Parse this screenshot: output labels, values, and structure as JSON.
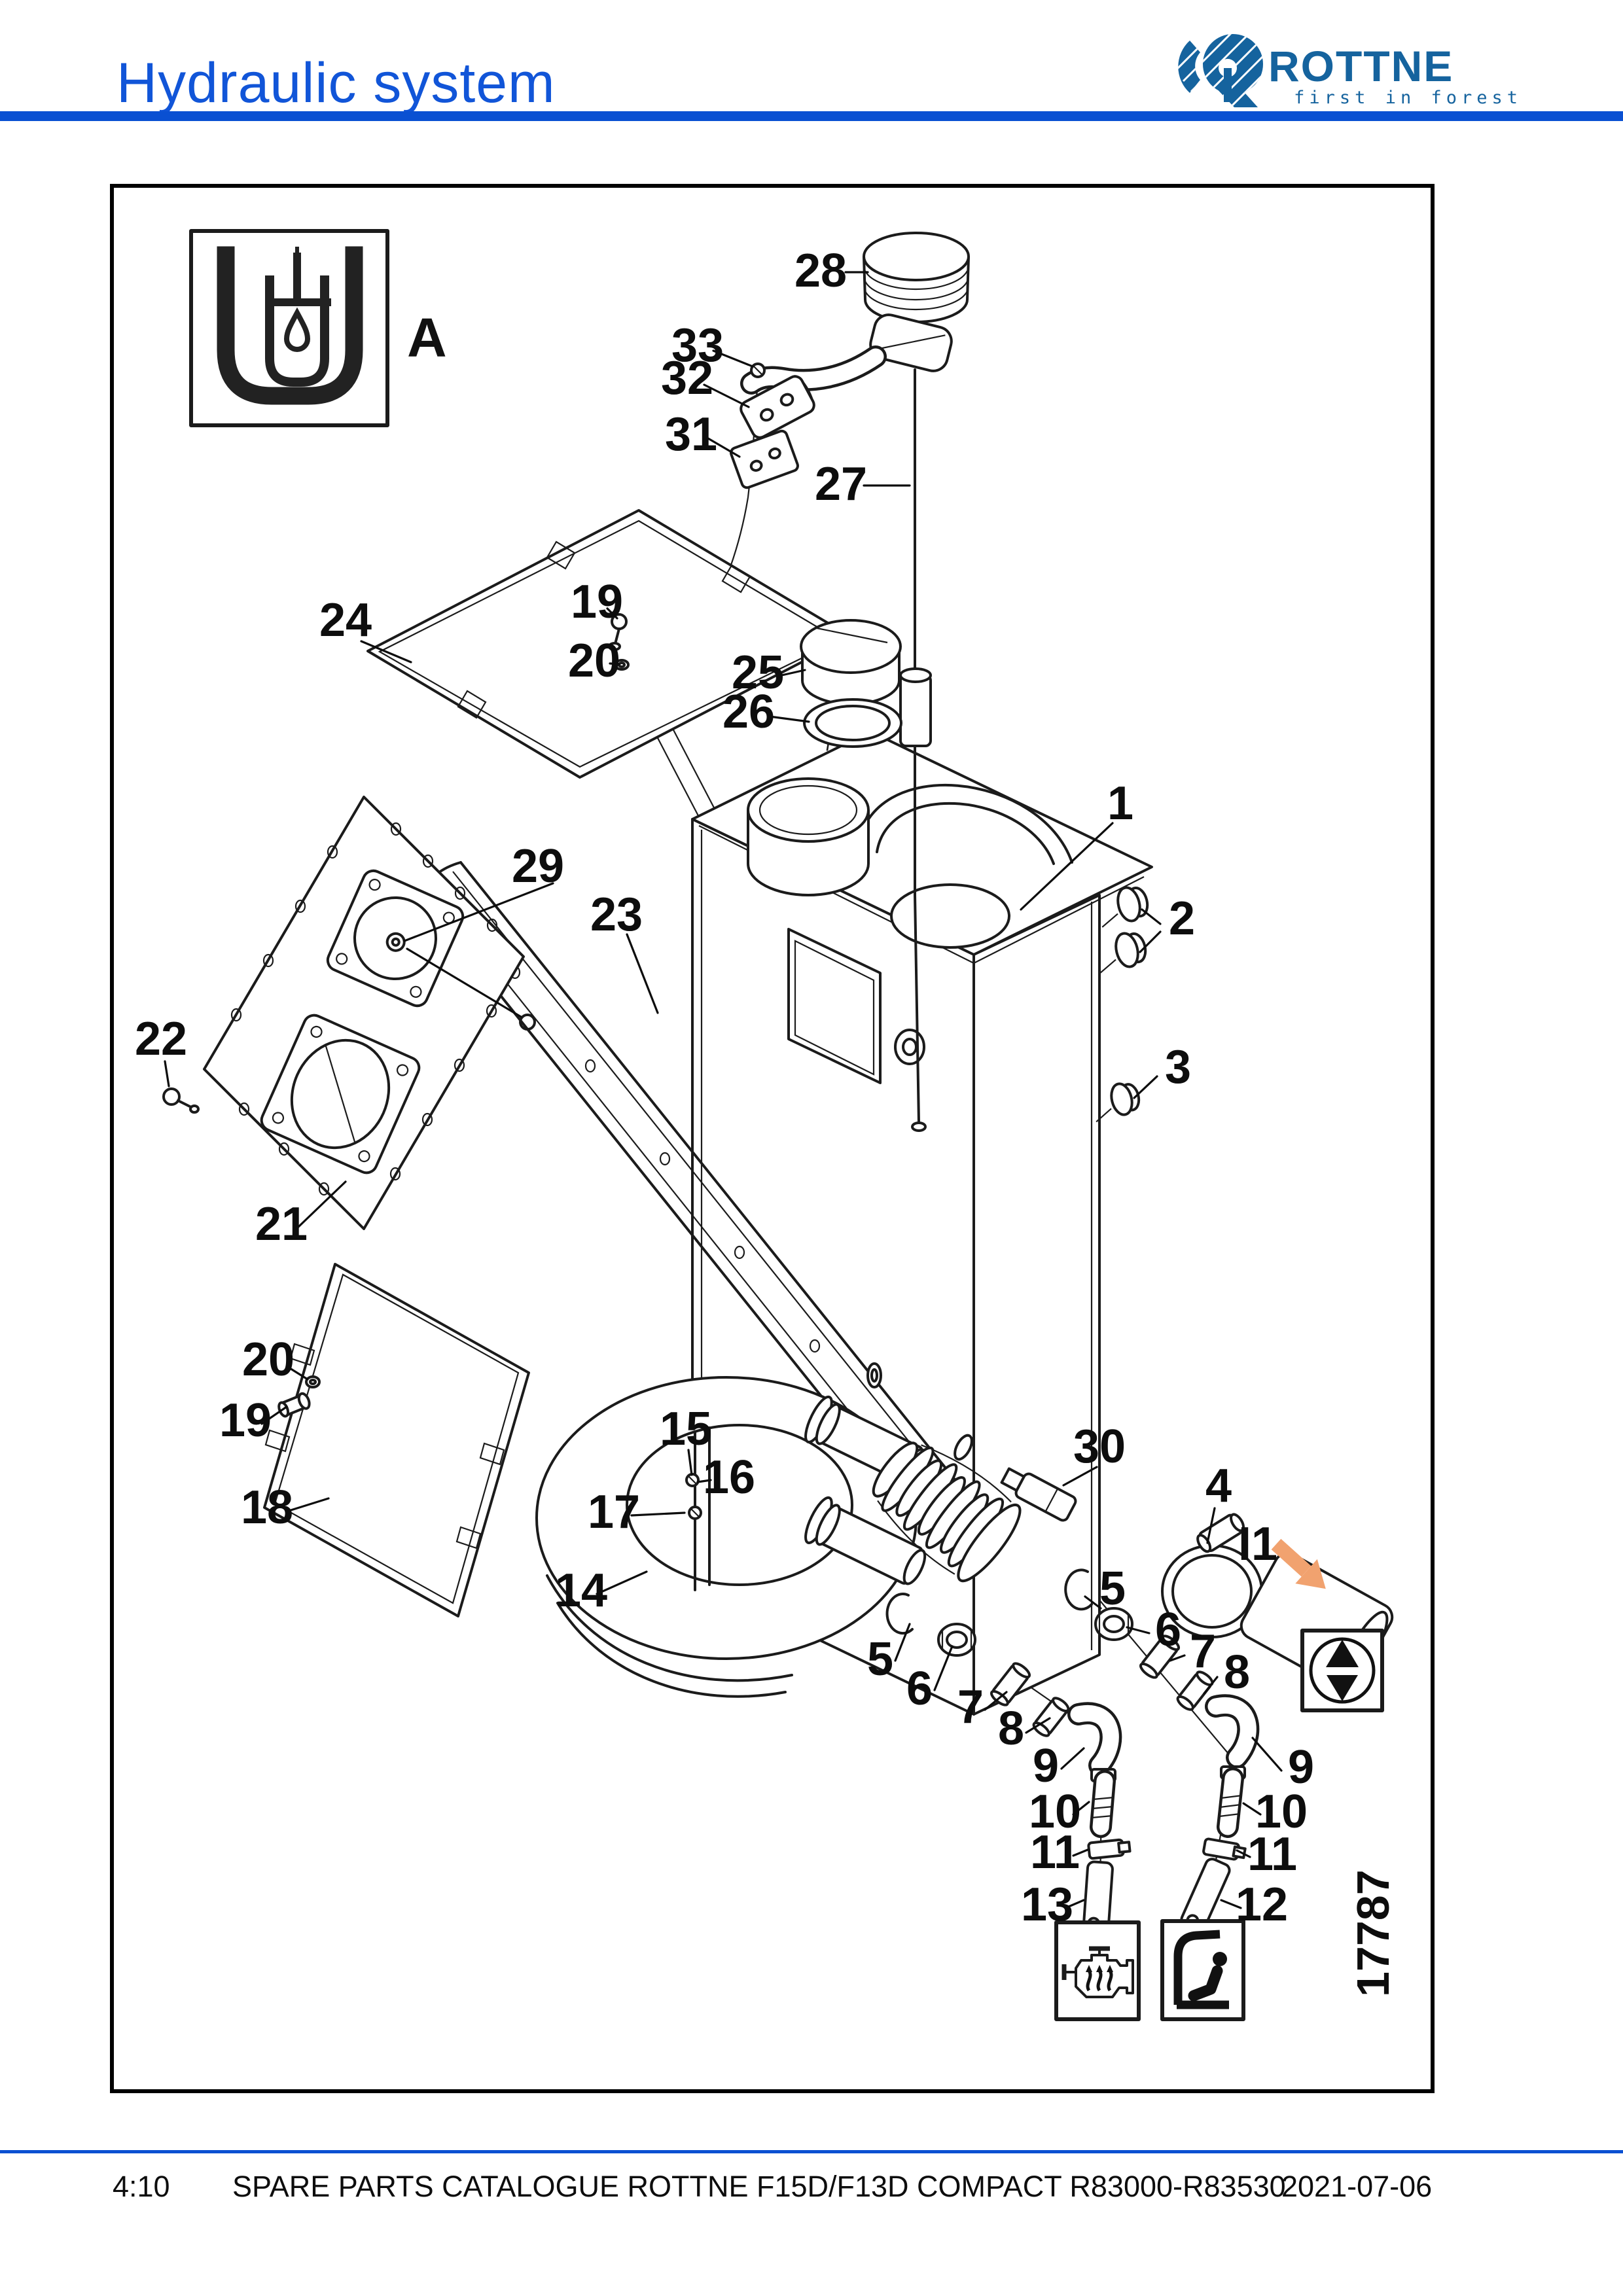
{
  "header": {
    "title": "Hydraulic system",
    "brand": "ROTTNE",
    "tagline": "first in forest"
  },
  "colors": {
    "accent_blue": "#0a50d2",
    "title_blue": "#1155d8",
    "logo_blue": "#15639e",
    "arrow_orange": "#f1a26f",
    "line_black": "#1b1b1b"
  },
  "icons": {
    "section": "hydraulic-oil-tank-icon",
    "destination_engine": "engine-heat-icon",
    "destination_cab": "cab-seat-icon",
    "flow": "up-down-arrows-icon",
    "attention": "orange-arrow-icon",
    "brand": "rottne-r-icon"
  },
  "diagram": {
    "section_letter": "A",
    "figure_number": "17787",
    "callouts": [
      {
        "n": "1"
      },
      {
        "n": "2"
      },
      {
        "n": "3"
      },
      {
        "n": "4"
      },
      {
        "n": "5"
      },
      {
        "n": "5"
      },
      {
        "n": "6"
      },
      {
        "n": "6"
      },
      {
        "n": "7"
      },
      {
        "n": "7"
      },
      {
        "n": "8"
      },
      {
        "n": "8"
      },
      {
        "n": "9"
      },
      {
        "n": "9"
      },
      {
        "n": "10"
      },
      {
        "n": "10"
      },
      {
        "n": "11"
      },
      {
        "n": "11"
      },
      {
        "n": "12"
      },
      {
        "n": "13"
      },
      {
        "n": "14"
      },
      {
        "n": "15"
      },
      {
        "n": "16"
      },
      {
        "n": "17"
      },
      {
        "n": "18"
      },
      {
        "n": "19"
      },
      {
        "n": "19"
      },
      {
        "n": "20"
      },
      {
        "n": "20"
      },
      {
        "n": "21"
      },
      {
        "n": "22"
      },
      {
        "n": "23"
      },
      {
        "n": "24"
      },
      {
        "n": "25"
      },
      {
        "n": "26"
      },
      {
        "n": "27"
      },
      {
        "n": "28"
      },
      {
        "n": "29"
      },
      {
        "n": "30"
      },
      {
        "n": "31"
      },
      {
        "n": "32"
      },
      {
        "n": "33"
      },
      {
        "n": "I1"
      }
    ]
  },
  "footer": {
    "page": "4:10",
    "catalogue": "SPARE PARTS CATALOGUE ROTTNE F15D/F13D COMPACT R83000-R83530",
    "date": "2021-07-06"
  }
}
